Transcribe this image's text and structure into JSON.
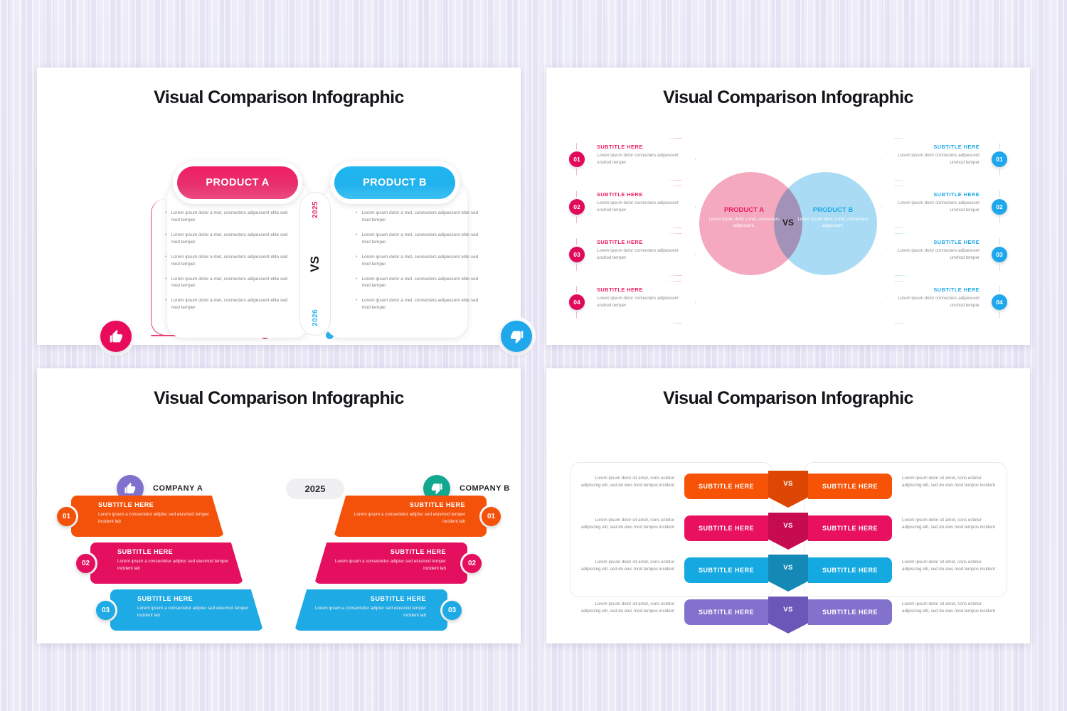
{
  "meta": {
    "background_color": "#e8e7f4",
    "panel_background": "#ffffff"
  },
  "common": {
    "title": "Visual Comparison Infographic",
    "vs_label": "VS",
    "subtitle_label": "SUBTITLE HERE"
  },
  "panel1": {
    "title": "Visual Comparison Infographic",
    "product_a_label": "PRODUCT A",
    "product_b_label": "PRODUCT B",
    "year_top": "2025",
    "year_bottom": "2026",
    "vs_label": "VS",
    "accent_pink": "#e8256a",
    "accent_blue": "#2cb3ef",
    "bullet_text": "Lorem ipsum dolor a met, connecters adipescent elite sed mod temper",
    "list_a": [
      "Lorem ipsum dolor a met, connecters adipescent elite sed mod temper",
      "Lorem ipsum dolor a met, connecters adipescent elite sed mod temper",
      "Lorem ipsum dolor a met, connecters adipescent elite sed mod temper",
      "Lorem ipsum dolor a met, connecters adipescent elite sed mod temper",
      "Lorem ipsum dolor a met, connecters adipescent elite sed mod temper"
    ],
    "list_b": [
      "Lorem ipsum dolor a met, connecters adipescent elite sed mod temper",
      "Lorem ipsum dolor a met, connecters adipescent elite sed mod temper",
      "Lorem ipsum dolor a met, connecters adipescent elite sed mod temper",
      "Lorem ipsum dolor a met, connecters adipescent elite sed mod temper",
      "Lorem ipsum dolor a met, connecters adipescent elite sed mod temper"
    ],
    "icons": {
      "thumbs_up": "thumbs-up-icon",
      "thumbs_down": "thumbs-down-icon"
    }
  },
  "panel2": {
    "title": "Visual Comparison Infographic",
    "product_a_label": "PRODUCT A",
    "product_b_label": "PRODUCT B",
    "venn_body": "Lorem ipsum dolor a met, connecters adipescent.",
    "vs_label": "VS",
    "accent_pink": "#ea1c62",
    "accent_blue": "#1fa9e8",
    "circle_a_color": "#f4a9bf",
    "circle_b_color": "#a9dcf4",
    "left_items": [
      {
        "num": "01",
        "subtitle": "SUBTITLE HERE",
        "body": "Lorem ipsum dolor connecters adipescent unshod temper"
      },
      {
        "num": "02",
        "subtitle": "SUBTITLE HERE",
        "body": "Lorem ipsum dolor connecters adipescent unshod temper"
      },
      {
        "num": "03",
        "subtitle": "SUBTITLE HERE",
        "body": "Lorem ipsum dolor connecters adipescent unshod temper"
      },
      {
        "num": "04",
        "subtitle": "SUBTITLE HERE",
        "body": "Lorem ipsum dolor connecters adipescent unshod temper"
      }
    ],
    "right_items": [
      {
        "num": "01",
        "subtitle": "SUBTITLE HERE",
        "body": "Lorem ipsum dolor connecters adipescent unshod temper"
      },
      {
        "num": "02",
        "subtitle": "SUBTITLE HERE",
        "body": "Lorem ipsum dolor connecters adipescent unshod temper"
      },
      {
        "num": "03",
        "subtitle": "SUBTITLE HERE",
        "body": "Lorem ipsum dolor connecters adipescent unshod temper"
      },
      {
        "num": "04",
        "subtitle": "SUBTITLE HERE",
        "body": "Lorem ipsum dolor connecters adipescent unshod temper"
      }
    ]
  },
  "panel3": {
    "title": "Visual Comparison Infographic",
    "company_a_label": "COMPANY A",
    "company_b_label": "COMPANY B",
    "year_label": "2025",
    "company_a_color": "#7f72cd",
    "company_b_color": "#12a890",
    "icons": {
      "thumbs_up": "thumbs-up-icon",
      "thumbs_down": "thumbs-down-icon"
    },
    "left_rows": [
      {
        "num": "01",
        "subtitle": "SUBTITLE HERE",
        "body": "Lorem ipsum a consectetur adipisc sed eiusmod temper incident lab",
        "color": "#f4520b"
      },
      {
        "num": "02",
        "subtitle": "SUBTITLE HERE",
        "body": "Lorem ipsum a consectetur adipisc sed eiusmod temper incident lab",
        "color": "#e40f5f"
      },
      {
        "num": "03",
        "subtitle": "SUBTITLE HERE",
        "body": "Lorem ipsum a consectetur adipisc sed eiusmod temper incident lab",
        "color": "#1eaae4"
      }
    ],
    "right_rows": [
      {
        "num": "01",
        "subtitle": "SUBTITLE HERE",
        "body": "Lorem ipsum a consectetur adipisc sed eiusmod temper incident lab",
        "color": "#f4520b"
      },
      {
        "num": "02",
        "subtitle": "SUBTITLE HERE",
        "body": "Lorem ipsum a consectetur adipisc sed eiusmod temper incident lab",
        "color": "#e40f5f"
      },
      {
        "num": "03",
        "subtitle": "SUBTITLE HERE",
        "body": "Lorem ipsum a consectetur adipisc sed eiusmod temper incident lab",
        "color": "#1eaae4"
      }
    ]
  },
  "panel4": {
    "title": "Visual Comparison Infographic",
    "vs_label": "VS",
    "rows": [
      {
        "color": "#f75306",
        "chevron_color": "#dd4703",
        "left_label": "SUBTITLE HERE",
        "right_label": "SUBTITLE HERE",
        "left_desc": "Lorem ipsum dolor sit amet, cons ectetur adipiscing elit, sed do eius mod tempos incident",
        "right_desc": "Lorem ipsum dolor sit amet, cons ectetur adipiscing elit, sed do eius mod tempos incident"
      },
      {
        "color": "#e8105f",
        "chevron_color": "#c70b50",
        "left_label": "SUBTITLE HERE",
        "right_label": "SUBTITLE HERE",
        "left_desc": "Lorem ipsum dolor sit amet, cons ectetur adipiscing elit, sed do eius mod tempos incident",
        "right_desc": "Lorem ipsum dolor sit amet, cons ectetur adipiscing elit, sed do eius mod tempos incident"
      },
      {
        "color": "#15a9e2",
        "chevron_color": "#1489b6",
        "left_label": "SUBTITLE HERE",
        "right_label": "SUBTITLE HERE",
        "left_desc": "Lorem ipsum dolor sit amet, cons ectetur adipiscing elit, sed do eius mod tempos incident",
        "right_desc": "Lorem ipsum dolor sit amet, cons ectetur adipiscing elit, sed do eius mod tempos incident"
      },
      {
        "color": "#8271cd",
        "chevron_color": "#6a57b8",
        "left_label": "SUBTITLE HERE",
        "right_label": "SUBTITLE HERE",
        "left_desc": "Lorem ipsum dolor sit amet, cons ectetur adipiscing elit, sed do eius mod tempos incident",
        "right_desc": "Lorem ipsum dolor sit amet, cons ectetur adipiscing elit, sed do eius mod tempos incident"
      }
    ]
  }
}
